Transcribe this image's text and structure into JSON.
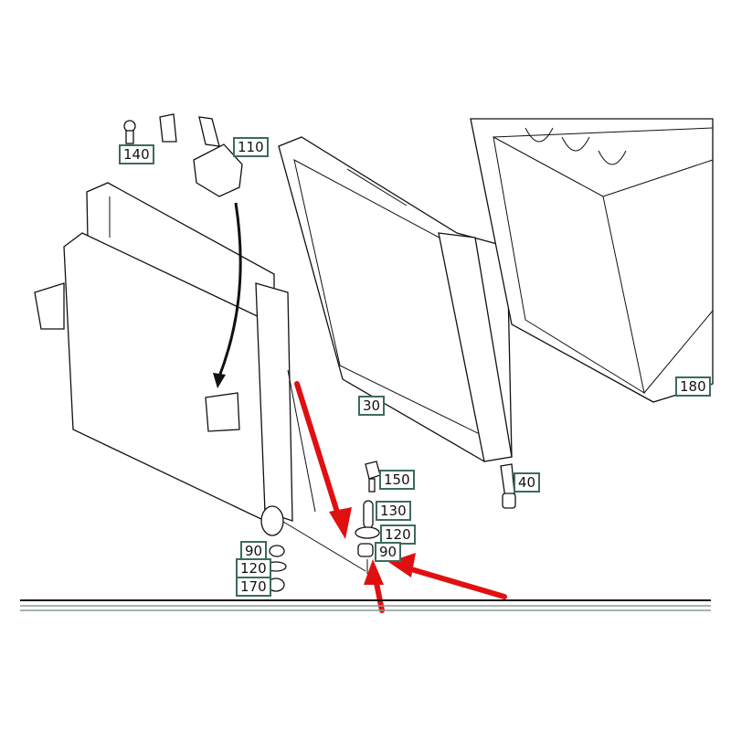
{
  "diagram": {
    "title": "Radiator mounting parts diagram",
    "callouts": [
      {
        "id": "140"
      },
      {
        "id": "110"
      },
      {
        "id": "30"
      },
      {
        "id": "180"
      },
      {
        "id": "150"
      },
      {
        "id": "130"
      },
      {
        "id": "120"
      },
      {
        "id": "90"
      },
      {
        "id": "40"
      },
      {
        "id": "90"
      },
      {
        "id": "120"
      },
      {
        "id": "170"
      }
    ],
    "colors": {
      "callout_border": "#3d6b5c",
      "highlight_arrow": "#e01010",
      "line": "#111111"
    }
  }
}
